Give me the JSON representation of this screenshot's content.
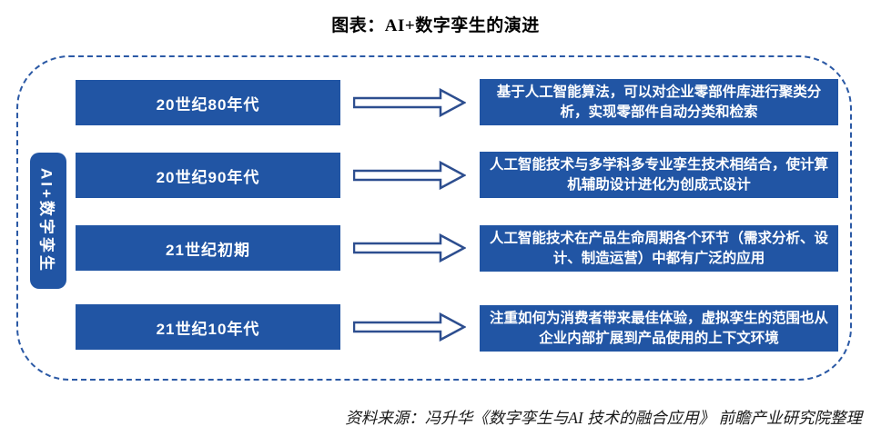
{
  "title": "图表：AI+数字孪生的演进",
  "side_label": "AI+数字孪生",
  "rows": [
    {
      "period": "20世纪80年代",
      "description": "基于人工智能算法，可以对企业零部件库进行聚类分析，实现零部件自动分类和检索"
    },
    {
      "period": "20世纪90年代",
      "description": "人工智能技术与多学科多专业孪生技术相结合，使计算机辅助设计进化为创成式设计"
    },
    {
      "period": "21世纪初期",
      "description": "人工智能技术在产品生命周期各个环节（需求分析、设计、制造运营）中都有广泛的应用"
    },
    {
      "period": "21世纪10年代",
      "description": "注重如何为消费者带来最佳体验，虚拟孪生的范围也从企业内部扩展到产品使用的上下文环境"
    }
  ],
  "source": "资料来源：冯升华《数字孪生与AI 技术的融合应用》 前瞻产业研究院整理",
  "icons": {
    "flow_arrow": "right-block-arrow"
  },
  "colors": {
    "box_blue": "#2155a4",
    "frame_dash_blue": "#2b59a5",
    "arrow_outline_blue": "#2d4e8f",
    "text_on_blue": "#ffffff",
    "title_text": "#000000"
  }
}
